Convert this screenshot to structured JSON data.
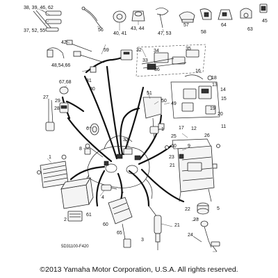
{
  "diagram": {
    "callouts": [
      {
        "id": "c1",
        "text": "38, 39, 46, 62"
      },
      {
        "id": "c2",
        "text": "37, 52, 55"
      },
      {
        "id": "c3",
        "text": "56"
      },
      {
        "id": "c4",
        "text": "40, 41"
      },
      {
        "id": "c5",
        "text": "43, 44"
      },
      {
        "id": "c6",
        "text": "47, 53"
      },
      {
        "id": "c7",
        "text": "57"
      },
      {
        "id": "c8",
        "text": "58"
      },
      {
        "id": "c9",
        "text": "64"
      },
      {
        "id": "c10",
        "text": "63"
      },
      {
        "id": "c11",
        "text": "45"
      },
      {
        "id": "c12",
        "text": "42"
      },
      {
        "id": "c13",
        "text": "59"
      },
      {
        "id": "c14",
        "text": "48,54,66"
      },
      {
        "id": "c15",
        "text": "32"
      },
      {
        "id": "c16",
        "text": "34"
      },
      {
        "id": "c17",
        "text": "33"
      },
      {
        "id": "c18",
        "text": "35"
      },
      {
        "id": "c19",
        "text": "36"
      },
      {
        "id": "c20",
        "text": "31"
      },
      {
        "id": "c21",
        "text": "30"
      },
      {
        "id": "c22",
        "text": "16"
      },
      {
        "id": "c23",
        "text": "18"
      },
      {
        "id": "c24",
        "text": "13"
      },
      {
        "id": "c25",
        "text": "14"
      },
      {
        "id": "c26",
        "text": "15"
      },
      {
        "id": "c27",
        "text": "67,68"
      },
      {
        "id": "c28",
        "text": "27"
      },
      {
        "id": "c29",
        "text": "29"
      },
      {
        "id": "c30",
        "text": "28"
      },
      {
        "id": "c31",
        "text": "51"
      },
      {
        "id": "c32",
        "text": "50"
      },
      {
        "id": "c33",
        "text": "49"
      },
      {
        "id": "c34",
        "text": "19"
      },
      {
        "id": "c35",
        "text": "20"
      },
      {
        "id": "c36",
        "text": "17"
      },
      {
        "id": "c37",
        "text": "11"
      },
      {
        "id": "c38",
        "text": "12"
      },
      {
        "id": "c39",
        "text": "1"
      },
      {
        "id": "c40",
        "text": "6"
      },
      {
        "id": "c41",
        "text": "8"
      },
      {
        "id": "c42",
        "text": "26"
      },
      {
        "id": "c43",
        "text": "32"
      },
      {
        "id": "c44",
        "text": "25"
      },
      {
        "id": "c45",
        "text": "10"
      },
      {
        "id": "c46",
        "text": "9"
      },
      {
        "id": "c47",
        "text": "23"
      },
      {
        "id": "c48",
        "text": "21"
      },
      {
        "id": "c49",
        "text": "7"
      },
      {
        "id": "c50",
        "text": "4"
      },
      {
        "id": "c51",
        "text": "1"
      },
      {
        "id": "c52",
        "text": "2"
      },
      {
        "id": "c53",
        "text": "61"
      },
      {
        "id": "c54",
        "text": "60"
      },
      {
        "id": "c55",
        "text": "65"
      },
      {
        "id": "c56",
        "text": "3"
      },
      {
        "id": "c57",
        "text": "21"
      },
      {
        "id": "c58",
        "text": "22"
      },
      {
        "id": "c59",
        "text": "23"
      },
      {
        "id": "c60",
        "text": "5"
      },
      {
        "id": "c61",
        "text": "24"
      }
    ]
  },
  "drawing_code": "5D31100-F420",
  "copyright": "©2013 Yamaha Motor Corporation, U.S.A. All rights reserved."
}
